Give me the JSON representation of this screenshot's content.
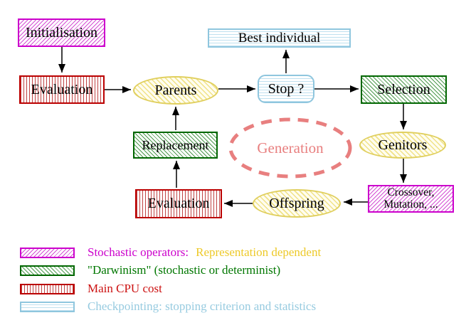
{
  "diagram": {
    "nodes": {
      "initialisation": {
        "label": "Initialisation"
      },
      "evaluation_top": {
        "label": "Evaluation"
      },
      "parents": {
        "label": "Parents"
      },
      "best_individual": {
        "label": "Best individual"
      },
      "stop": {
        "label": "Stop ?"
      },
      "selection": {
        "label": "Selection"
      },
      "genitors": {
        "label": "Genitors"
      },
      "crossover": {
        "line1": "Crossover,",
        "line2": "Mutation, ..."
      },
      "offspring": {
        "label": "Offspring"
      },
      "evaluation_bottom": {
        "label": "Evaluation"
      },
      "replacement": {
        "label": "Replacement"
      },
      "generation": {
        "label": "Generation"
      }
    },
    "legend": [
      {
        "swatch": "magenta-diagonal-hatch",
        "label": "Stochastic operators:",
        "label2": "Representation dependent",
        "label_color": "#cc00cc",
        "label2_color": "#edc928"
      },
      {
        "swatch": "green-diagonal-hatch",
        "label": "\"Darwinism\" (stochastic or determinist)",
        "label_color": "#007700"
      },
      {
        "swatch": "red-vertical-stripes",
        "label": "Main CPU cost",
        "label_color": "#cc1111"
      },
      {
        "swatch": "cyan-horizontal-stripes",
        "label": "Checkpointing: stopping criterion and statistics",
        "label_color": "#97cbe0"
      }
    ],
    "colors": {
      "magenta": "#cc00cc",
      "green": "#006600",
      "red": "#bb0000",
      "cyan_border": "#8fc6de",
      "yellow_border": "#e0cf5e",
      "salmon": "#e87f7f",
      "arrow": "#000000",
      "background": "#ffffff"
    }
  }
}
